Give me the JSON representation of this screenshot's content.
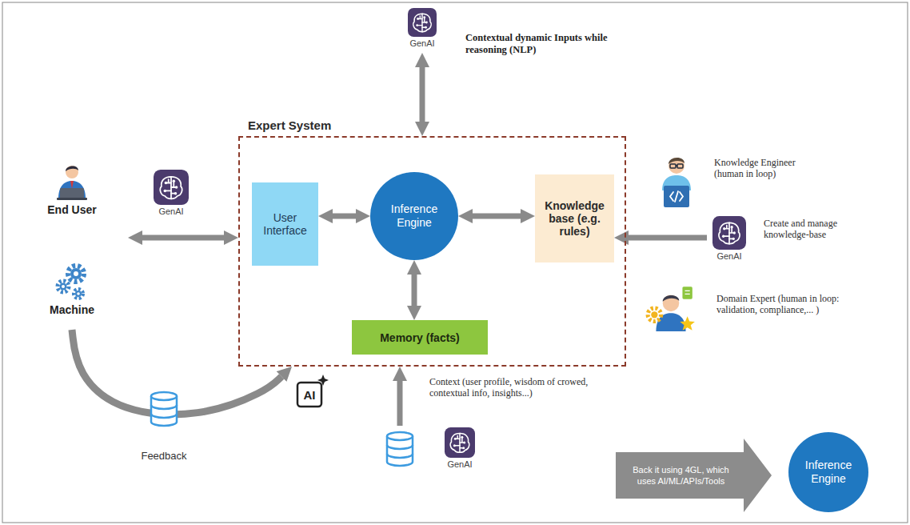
{
  "diagram": {
    "nodes": [
      {
        "text": [
          "Expert System"
        ]
      },
      {
        "text": [
          "User Interface"
        ],
        "in": 0
      },
      {
        "text": [
          "Inference Engine"
        ],
        "in": 0
      },
      {
        "text": [
          "Knowledge base (e.g. rules)"
        ],
        "in": 0
      },
      {
        "text": [
          "Memory (facts)"
        ],
        "in": 0
      },
      {
        "text": [
          "GenAI"
        ]
      },
      {
        "text": [
          "End User"
        ]
      },
      {
        "text": [
          "Machine"
        ]
      },
      {
        "text": [
          "GenAI"
        ]
      },
      {
        "text": [
          "GenAI"
        ]
      },
      {
        "text": [
          "Back it using 4GL, which uses AI/ML/APIs/Tools"
        ]
      },
      {
        "text": [
          "Inference Engine"
        ]
      }
    ],
    "edges": [
      {
        "from": 5,
        "to": 0,
        "arrow": "both"
      },
      {
        "from": 6,
        "to": 0,
        "arrow": "both"
      },
      {
        "from": 1,
        "to": 2,
        "arrow": "both"
      },
      {
        "from": 2,
        "to": 3,
        "arrow": "both"
      },
      {
        "from": 2,
        "to": 4,
        "arrow": "both"
      },
      {
        "from": 8,
        "to": 3,
        "arrow": "to"
      },
      {
        "from": 9,
        "to": 0,
        "arrow": "to"
      },
      {
        "from": 7,
        "to": 0,
        "arrow": "to"
      }
    ],
    "labels": [
      "GenAI",
      "Contextual dynamic Inputs while reasoning (NLP)",
      "Knowledge Engineer (human in loop)",
      "Create and manage knowledge-base",
      "Domain Expert (human in loop: validation, compliance,... )",
      "Context (user profile, wisdom of crowed, contextual info, insights...)",
      "Feedback",
      "AI"
    ]
  }
}
